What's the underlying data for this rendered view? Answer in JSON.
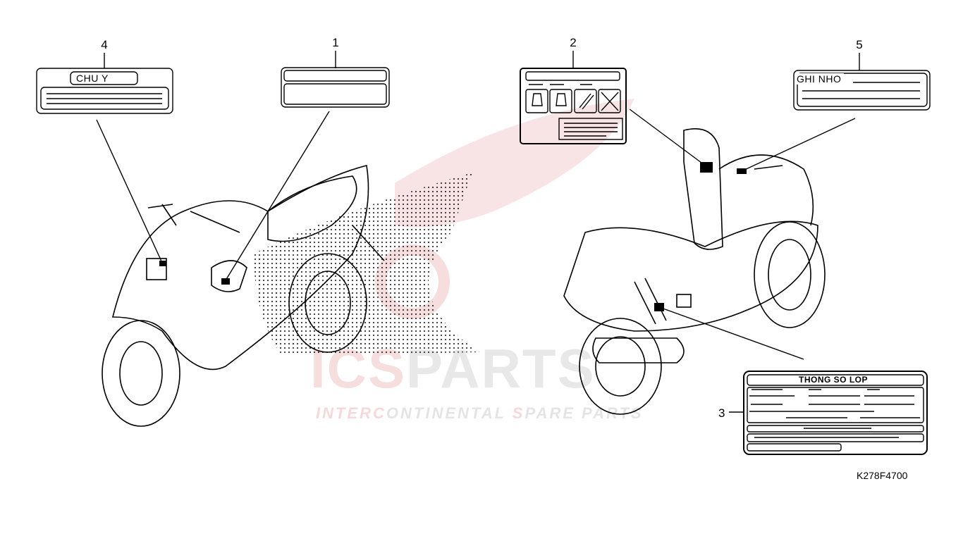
{
  "diagram_code": "K278F4700",
  "callouts": [
    "1",
    "2",
    "3",
    "4",
    "5"
  ],
  "labels": {
    "label_4_text": "CHU  Y",
    "label_5_text": "GHI NHO",
    "label_3_text": "THONG SO LOP"
  },
  "watermark": {
    "big_red": "ICS",
    "big_grey": "PARTS",
    "small_parts": [
      "INTER",
      "C",
      "ONTINENTAL ",
      "S",
      "PARE PARTS"
    ]
  }
}
